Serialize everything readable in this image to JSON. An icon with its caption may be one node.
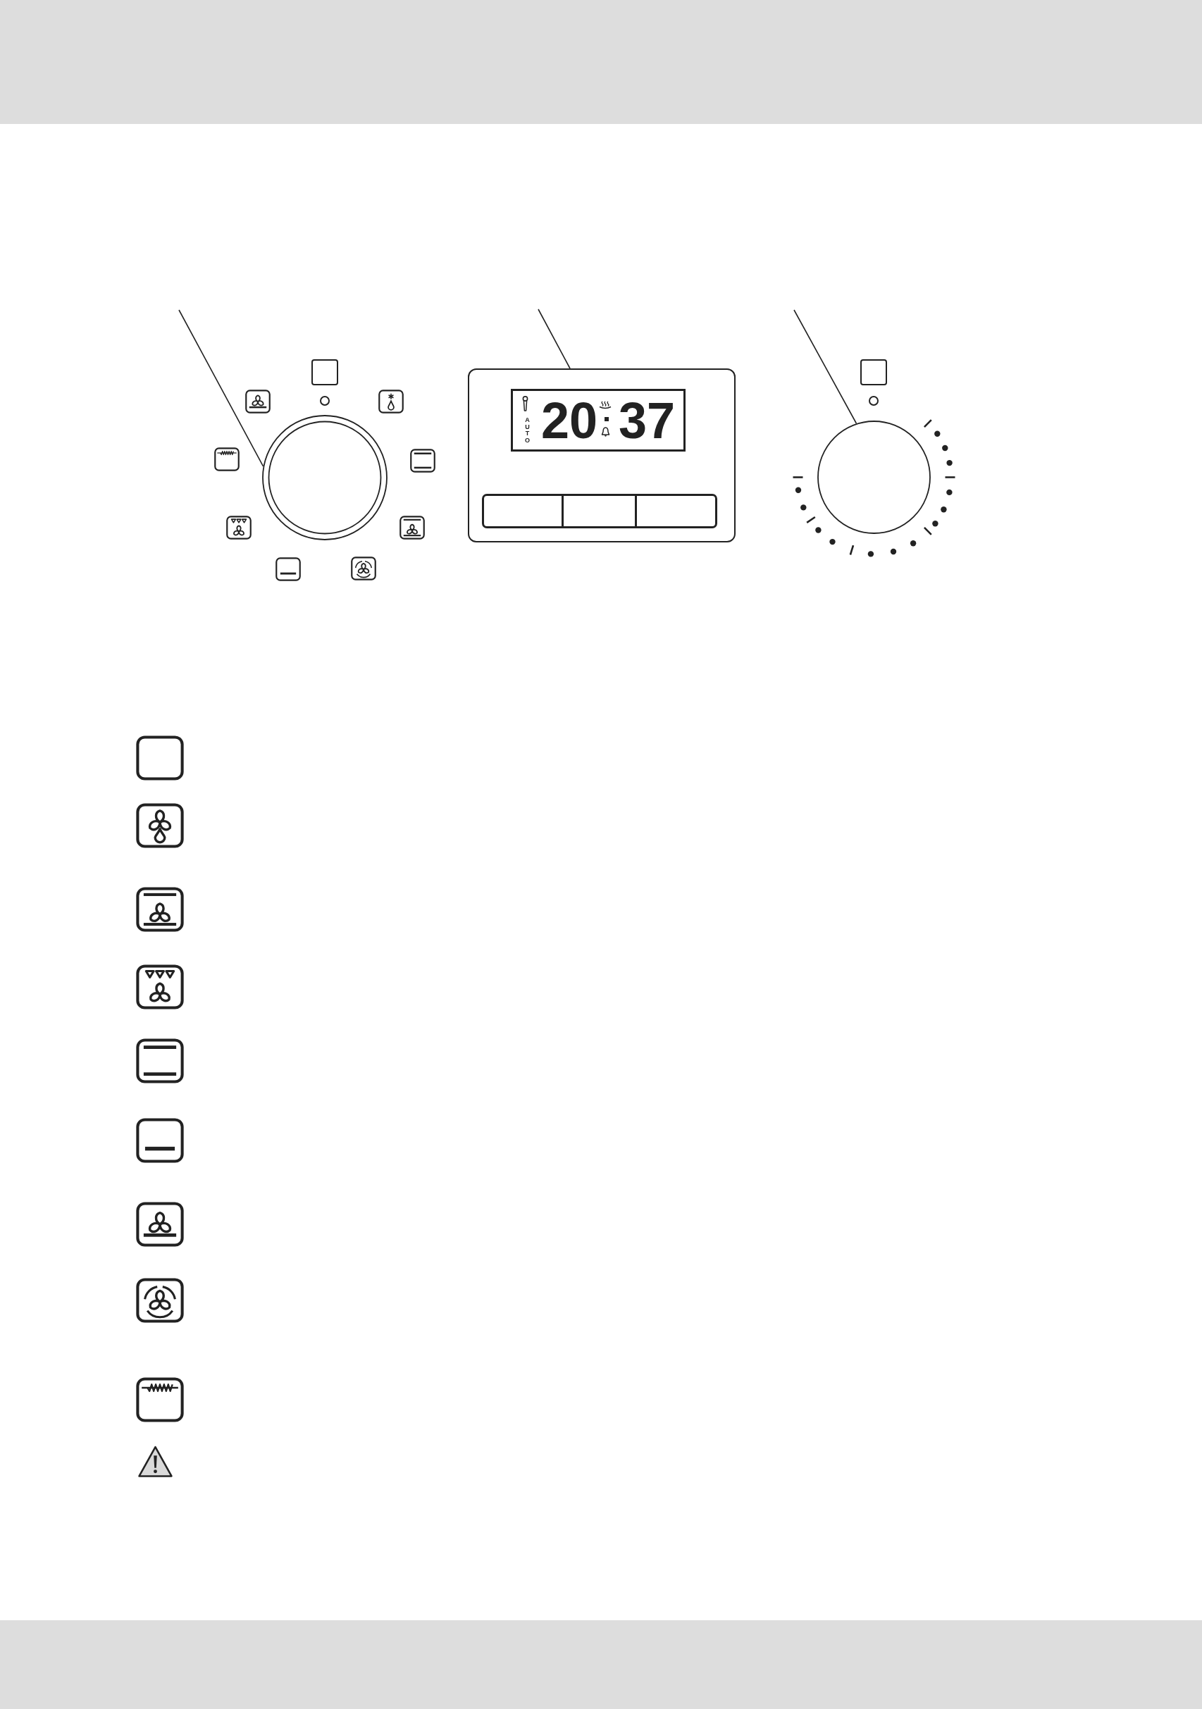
{
  "diagram": {
    "nodes": [
      {
        "text": [],
        "shape": "circle"
      },
      {
        "text": [],
        "shape": "box"
      },
      {
        "text": [
          "AUTO",
          "20",
          "37"
        ],
        "in": 1
      },
      {
        "text": [],
        "shape": "circle"
      }
    ],
    "edges": [
      {
        "from": null,
        "to": 0,
        "arrow": "none"
      },
      {
        "from": null,
        "to": 1,
        "arrow": "none"
      },
      {
        "from": null,
        "to": 3,
        "arrow": "none"
      }
    ]
  }
}
